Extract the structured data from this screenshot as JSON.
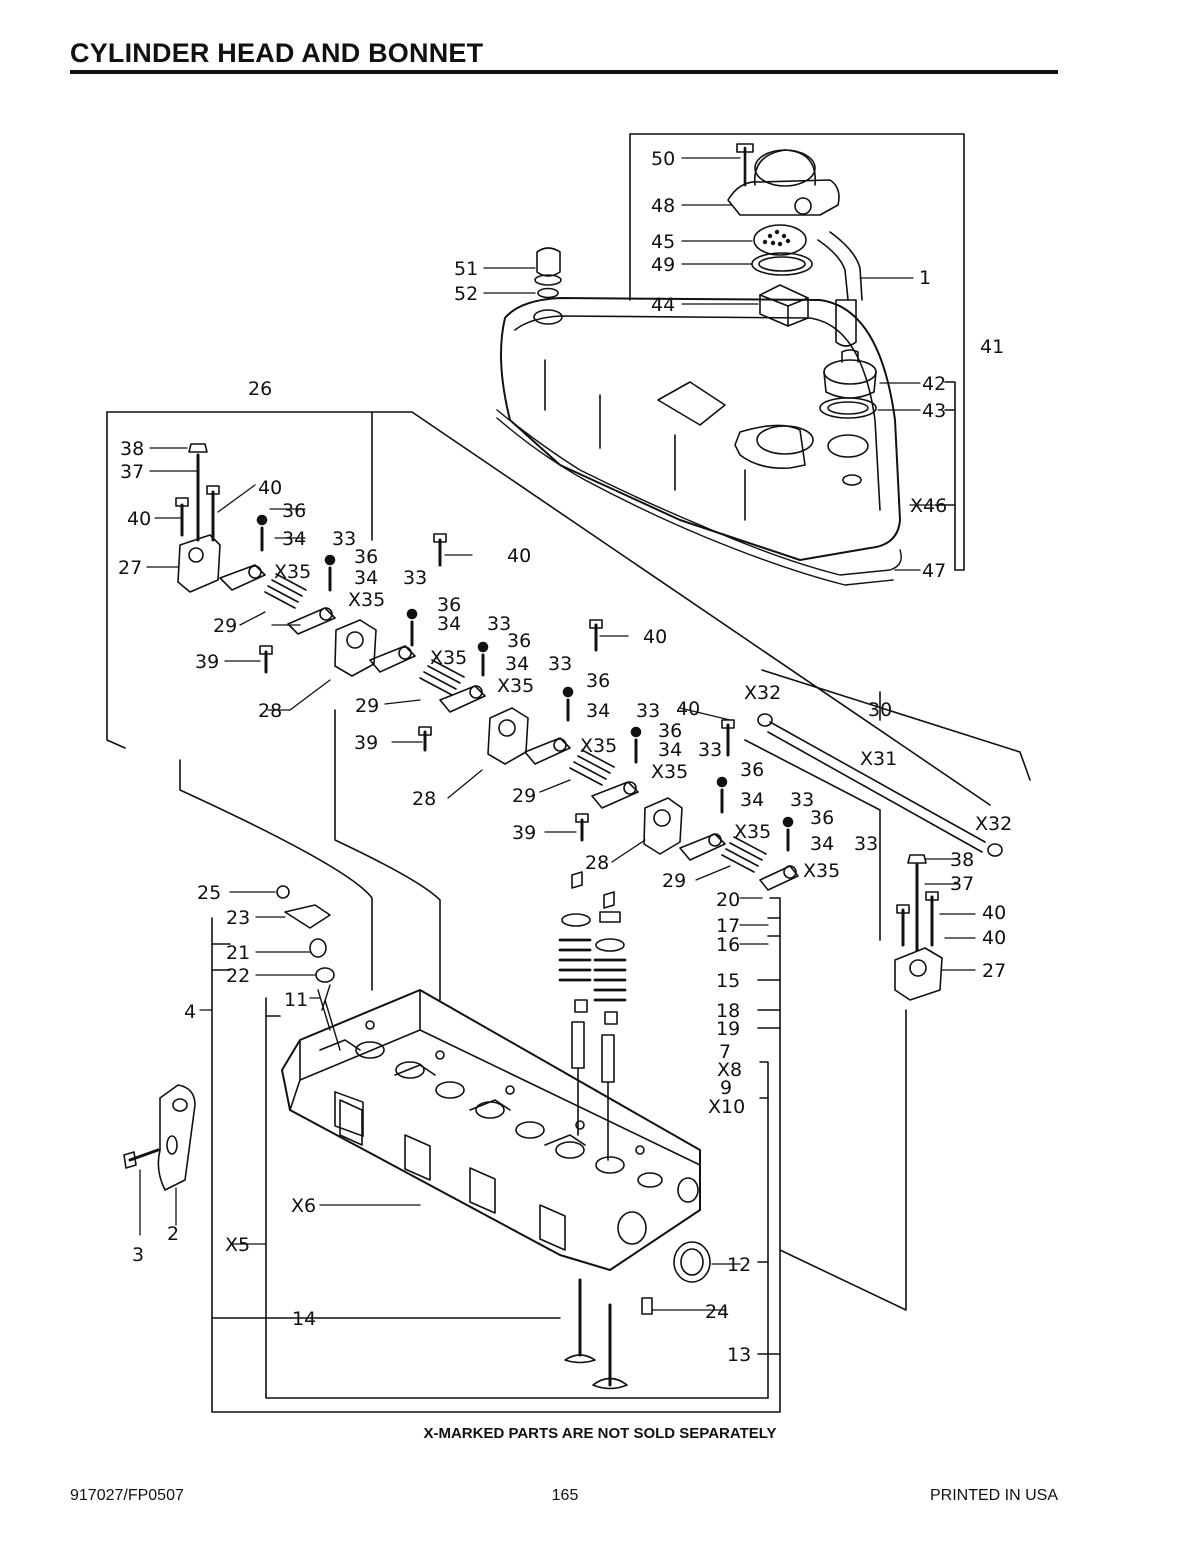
{
  "page": {
    "title": "CYLINDER HEAD AND BONNET",
    "note": "X-MARKED PARTS ARE NOT SOLD SEPARATELY",
    "footer": {
      "doc_number": "917027/FP0507",
      "page_number": "165",
      "printed": "PRINTED IN USA"
    }
  },
  "callouts": [
    {
      "id": "c1",
      "text": "1"
    },
    {
      "id": "c2",
      "text": "2"
    },
    {
      "id": "c3",
      "text": "3"
    },
    {
      "id": "c4",
      "text": "4"
    },
    {
      "id": "c5",
      "text": "X5"
    },
    {
      "id": "c6",
      "text": "X6"
    },
    {
      "id": "c7",
      "text": "7"
    },
    {
      "id": "c8",
      "text": "X8"
    },
    {
      "id": "c9",
      "text": "9"
    },
    {
      "id": "c10",
      "text": "X10"
    },
    {
      "id": "c11",
      "text": "11"
    },
    {
      "id": "c12",
      "text": "12"
    },
    {
      "id": "c13",
      "text": "13"
    },
    {
      "id": "c14",
      "text": "14"
    },
    {
      "id": "c15",
      "text": "15"
    },
    {
      "id": "c16",
      "text": "16"
    },
    {
      "id": "c17",
      "text": "17"
    },
    {
      "id": "c18",
      "text": "18"
    },
    {
      "id": "c19",
      "text": "19"
    },
    {
      "id": "c20",
      "text": "20"
    },
    {
      "id": "c21",
      "text": "21"
    },
    {
      "id": "c22",
      "text": "22"
    },
    {
      "id": "c23",
      "text": "23"
    },
    {
      "id": "c24",
      "text": "24"
    },
    {
      "id": "c25",
      "text": "25"
    },
    {
      "id": "c26",
      "text": "26"
    },
    {
      "id": "c27a",
      "text": "27"
    },
    {
      "id": "c27b",
      "text": "27"
    },
    {
      "id": "c28a",
      "text": "28"
    },
    {
      "id": "c28b",
      "text": "28"
    },
    {
      "id": "c28c",
      "text": "28"
    },
    {
      "id": "c29a",
      "text": "29"
    },
    {
      "id": "c29b",
      "text": "29"
    },
    {
      "id": "c29c",
      "text": "29"
    },
    {
      "id": "c29d",
      "text": "29"
    },
    {
      "id": "c30",
      "text": "30"
    },
    {
      "id": "c31",
      "text": "X31"
    },
    {
      "id": "c32a",
      "text": "X32"
    },
    {
      "id": "c32b",
      "text": "X32"
    },
    {
      "id": "c33a",
      "text": "33"
    },
    {
      "id": "c33b",
      "text": "33"
    },
    {
      "id": "c33c",
      "text": "33"
    },
    {
      "id": "c33d",
      "text": "33"
    },
    {
      "id": "c33e",
      "text": "33"
    },
    {
      "id": "c33f",
      "text": "33"
    },
    {
      "id": "c33g",
      "text": "33"
    },
    {
      "id": "c33h",
      "text": "33"
    },
    {
      "id": "c34a",
      "text": "34"
    },
    {
      "id": "c34b",
      "text": "34"
    },
    {
      "id": "c34c",
      "text": "34"
    },
    {
      "id": "c34d",
      "text": "34"
    },
    {
      "id": "c34e",
      "text": "34"
    },
    {
      "id": "c34f",
      "text": "34"
    },
    {
      "id": "c34g",
      "text": "34"
    },
    {
      "id": "c34h",
      "text": "34"
    },
    {
      "id": "c35a",
      "text": "X35"
    },
    {
      "id": "c35b",
      "text": "X35"
    },
    {
      "id": "c35c",
      "text": "X35"
    },
    {
      "id": "c35d",
      "text": "X35"
    },
    {
      "id": "c35e",
      "text": "X35"
    },
    {
      "id": "c35f",
      "text": "X35"
    },
    {
      "id": "c35g",
      "text": "X35"
    },
    {
      "id": "c35h",
      "text": "X35"
    },
    {
      "id": "c36a",
      "text": "36"
    },
    {
      "id": "c36b",
      "text": "36"
    },
    {
      "id": "c36c",
      "text": "36"
    },
    {
      "id": "c36d",
      "text": "36"
    },
    {
      "id": "c36e",
      "text": "36"
    },
    {
      "id": "c36f",
      "text": "36"
    },
    {
      "id": "c36g",
      "text": "36"
    },
    {
      "id": "c36h",
      "text": "36"
    },
    {
      "id": "c37a",
      "text": "37"
    },
    {
      "id": "c37b",
      "text": "37"
    },
    {
      "id": "c38a",
      "text": "38"
    },
    {
      "id": "c38b",
      "text": "38"
    },
    {
      "id": "c39a",
      "text": "39"
    },
    {
      "id": "c39b",
      "text": "39"
    },
    {
      "id": "c39c",
      "text": "39"
    },
    {
      "id": "c40a",
      "text": "40"
    },
    {
      "id": "c40b",
      "text": "40"
    },
    {
      "id": "c40c",
      "text": "40"
    },
    {
      "id": "c40d",
      "text": "40"
    },
    {
      "id": "c40e",
      "text": "40"
    },
    {
      "id": "c40f",
      "text": "40"
    },
    {
      "id": "c40g",
      "text": "40"
    },
    {
      "id": "c41",
      "text": "41"
    },
    {
      "id": "c42",
      "text": "42"
    },
    {
      "id": "c43",
      "text": "43"
    },
    {
      "id": "c44",
      "text": "44"
    },
    {
      "id": "c45",
      "text": "45"
    },
    {
      "id": "c46",
      "text": "X46"
    },
    {
      "id": "c47",
      "text": "47"
    },
    {
      "id": "c48",
      "text": "48"
    },
    {
      "id": "c49",
      "text": "49"
    },
    {
      "id": "c50",
      "text": "50"
    },
    {
      "id": "c51",
      "text": "51"
    },
    {
      "id": "c52",
      "text": "52"
    }
  ]
}
